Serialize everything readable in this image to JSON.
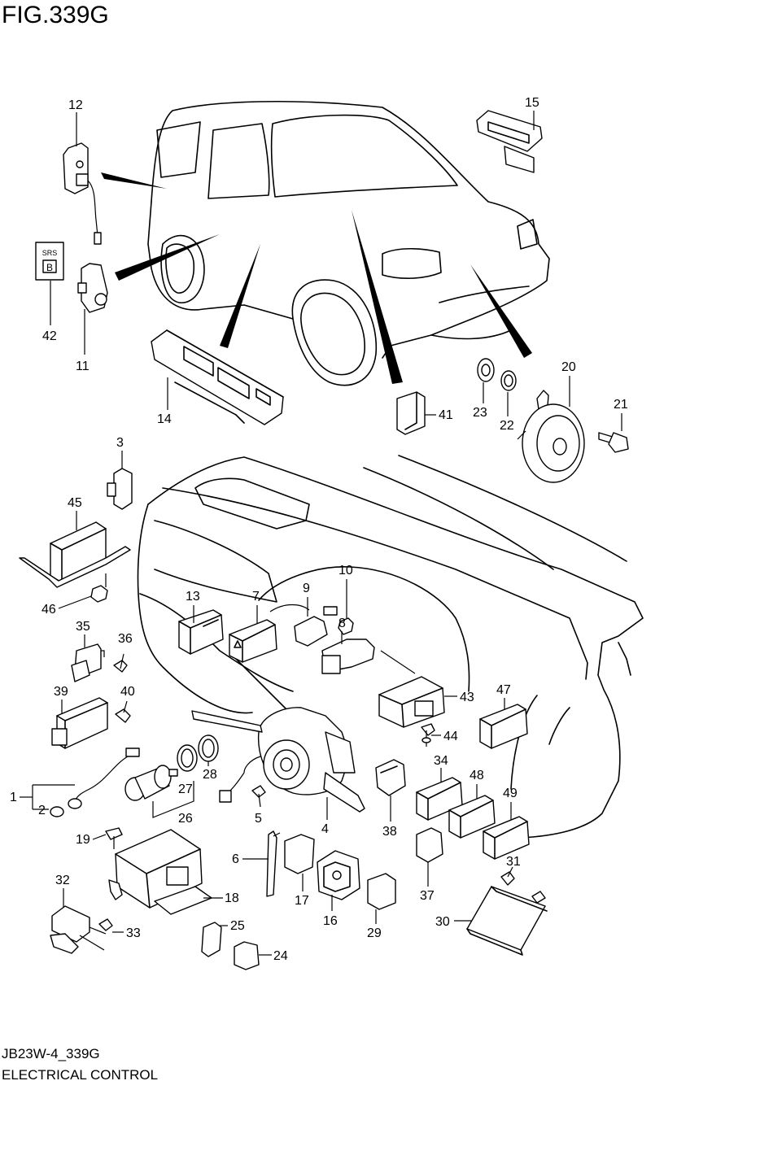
{
  "header": {
    "figure_title": "FIG.339G"
  },
  "footer": {
    "diagram_code": "JB23W-4_339G",
    "section_name": "ELECTRICAL CONTROL"
  },
  "badge": {
    "top": "SRS",
    "letter": "B"
  },
  "callouts": [
    {
      "id": "1",
      "label": "1"
    },
    {
      "id": "2",
      "label": "2"
    },
    {
      "id": "3",
      "label": "3"
    },
    {
      "id": "4",
      "label": "4"
    },
    {
      "id": "5",
      "label": "5"
    },
    {
      "id": "6",
      "label": "6"
    },
    {
      "id": "7",
      "label": "7"
    },
    {
      "id": "8",
      "label": "8"
    },
    {
      "id": "9",
      "label": "9"
    },
    {
      "id": "10",
      "label": "10"
    },
    {
      "id": "11",
      "label": "11"
    },
    {
      "id": "12",
      "label": "12"
    },
    {
      "id": "13",
      "label": "13"
    },
    {
      "id": "14",
      "label": "14"
    },
    {
      "id": "15",
      "label": "15"
    },
    {
      "id": "16",
      "label": "16"
    },
    {
      "id": "17",
      "label": "17"
    },
    {
      "id": "18",
      "label": "18"
    },
    {
      "id": "19",
      "label": "19"
    },
    {
      "id": "20",
      "label": "20"
    },
    {
      "id": "21",
      "label": "21"
    },
    {
      "id": "22",
      "label": "22"
    },
    {
      "id": "23",
      "label": "23"
    },
    {
      "id": "24",
      "label": "24"
    },
    {
      "id": "25",
      "label": "25"
    },
    {
      "id": "26",
      "label": "26"
    },
    {
      "id": "27",
      "label": "27"
    },
    {
      "id": "28",
      "label": "28"
    },
    {
      "id": "29",
      "label": "29"
    },
    {
      "id": "30",
      "label": "30"
    },
    {
      "id": "31",
      "label": "31"
    },
    {
      "id": "32",
      "label": "32"
    },
    {
      "id": "33",
      "label": "33"
    },
    {
      "id": "34",
      "label": "34"
    },
    {
      "id": "35",
      "label": "35"
    },
    {
      "id": "36",
      "label": "36"
    },
    {
      "id": "37",
      "label": "37"
    },
    {
      "id": "38",
      "label": "38"
    },
    {
      "id": "39",
      "label": "39"
    },
    {
      "id": "40",
      "label": "40"
    },
    {
      "id": "41",
      "label": "41"
    },
    {
      "id": "42",
      "label": "42"
    },
    {
      "id": "43",
      "label": "43"
    },
    {
      "id": "44",
      "label": "44"
    },
    {
      "id": "45",
      "label": "45"
    },
    {
      "id": "46",
      "label": "46"
    },
    {
      "id": "47",
      "label": "47"
    },
    {
      "id": "48",
      "label": "48"
    },
    {
      "id": "49",
      "label": "49"
    }
  ]
}
